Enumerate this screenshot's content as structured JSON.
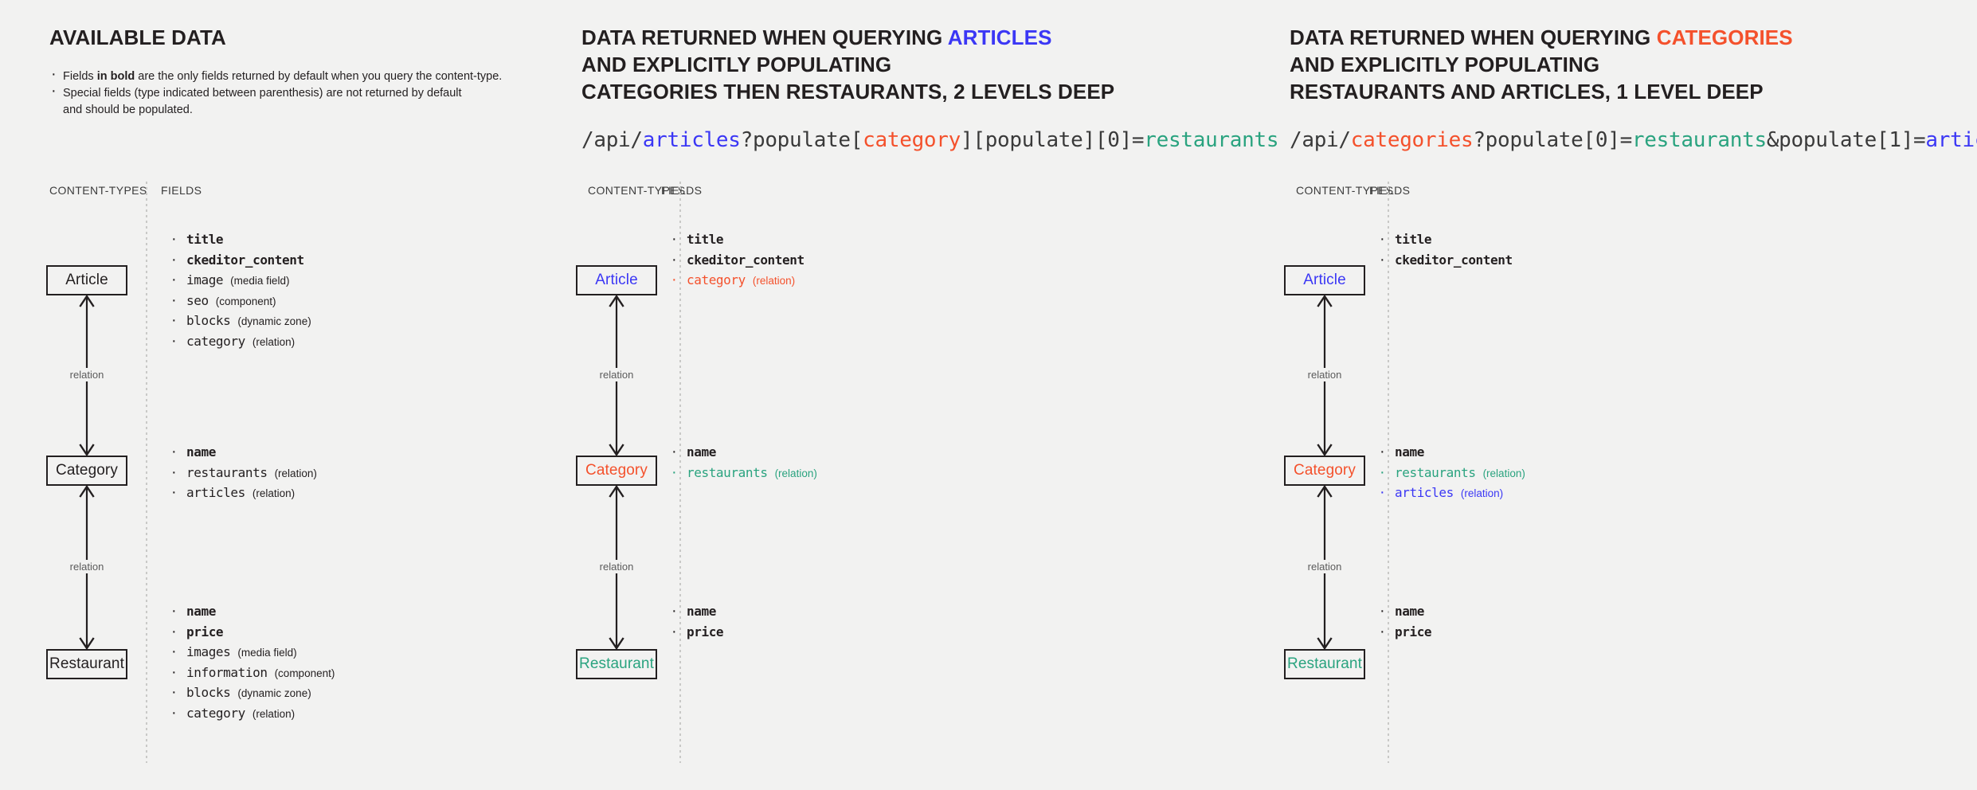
{
  "canvas": {
    "background": "#f2f2f1"
  },
  "colors": {
    "text": "#231f20",
    "blue": "#3b37f5",
    "red": "#f4512c",
    "teal": "#2aa37f",
    "muted": "#5b5b5b",
    "divider": "#c9c9c7"
  },
  "column_labels": {
    "content_types": "CONTENT-TYPES",
    "fields": "FIELDS"
  },
  "relation_label": "relation",
  "panels": [
    {
      "id": "available-data",
      "title_lines": [
        [
          {
            "text": "AVAILABLE DATA",
            "color": "dark"
          }
        ]
      ],
      "bullets": [
        {
          "pre": "Fields ",
          "bold": "in bold",
          "post": " are the only fields returned by default when you query the content-type."
        },
        {
          "pre": "Special fields (type indicated between parenthesis) are not returned by default",
          "bold": "",
          "post": ""
        },
        {
          "pre": "and should be populated.",
          "bold": "",
          "post": "",
          "continuation": true
        }
      ],
      "endpoint": null,
      "entities": [
        {
          "name": "Article",
          "color": "dark"
        },
        {
          "name": "Category",
          "color": "dark"
        },
        {
          "name": "Restaurant",
          "color": "dark"
        }
      ],
      "field_groups": [
        [
          {
            "name": "title",
            "type": "",
            "bold": true,
            "color": "dark"
          },
          {
            "name": "ckeditor_content",
            "type": "",
            "bold": true,
            "color": "dark"
          },
          {
            "name": "image",
            "type": "(media field)",
            "bold": false,
            "color": "dark"
          },
          {
            "name": "seo",
            "type": "(component)",
            "bold": false,
            "color": "dark"
          },
          {
            "name": "blocks",
            "type": "(dynamic zone)",
            "bold": false,
            "color": "dark"
          },
          {
            "name": "category",
            "type": "(relation)",
            "bold": false,
            "color": "dark"
          }
        ],
        [
          {
            "name": "name",
            "type": "",
            "bold": true,
            "color": "dark"
          },
          {
            "name": "restaurants",
            "type": "(relation)",
            "bold": false,
            "color": "dark"
          },
          {
            "name": "articles",
            "type": "(relation)",
            "bold": false,
            "color": "dark"
          }
        ],
        [
          {
            "name": "name",
            "type": "",
            "bold": true,
            "color": "dark"
          },
          {
            "name": "price",
            "type": "",
            "bold": true,
            "color": "dark"
          },
          {
            "name": "images",
            "type": "(media field)",
            "bold": false,
            "color": "dark"
          },
          {
            "name": "information",
            "type": "(component)",
            "bold": false,
            "color": "dark"
          },
          {
            "name": "blocks",
            "type": "(dynamic zone)",
            "bold": false,
            "color": "dark"
          },
          {
            "name": "category",
            "type": "(relation)",
            "bold": false,
            "color": "dark"
          }
        ]
      ]
    },
    {
      "id": "query-articles",
      "title_lines": [
        [
          {
            "text": "DATA RETURNED WHEN QUERYING ",
            "color": "dark"
          },
          {
            "text": "ARTICLES",
            "color": "blue"
          }
        ],
        [
          {
            "text": "AND EXPLICITLY POPULATING",
            "color": "dark"
          }
        ],
        [
          {
            "text": "CATEGORIES THEN RESTAURANTS, 2 LEVELS DEEP",
            "color": "dark"
          }
        ]
      ],
      "bullets": [],
      "endpoint": [
        {
          "text": "/api/",
          "color": "dark"
        },
        {
          "text": "articles",
          "color": "blue"
        },
        {
          "text": "?populate[",
          "color": "dark"
        },
        {
          "text": "category",
          "color": "red"
        },
        {
          "text": "][populate][0]=",
          "color": "dark"
        },
        {
          "text": "restaurants",
          "color": "teal"
        }
      ],
      "entities": [
        {
          "name": "Article",
          "color": "blue"
        },
        {
          "name": "Category",
          "color": "red"
        },
        {
          "name": "Restaurant",
          "color": "teal"
        }
      ],
      "field_groups": [
        [
          {
            "name": "title",
            "type": "",
            "bold": true,
            "color": "dark"
          },
          {
            "name": "ckeditor_content",
            "type": "",
            "bold": true,
            "color": "dark"
          },
          {
            "name": "category",
            "type": "(relation)",
            "bold": false,
            "color": "red"
          }
        ],
        [
          {
            "name": "name",
            "type": "",
            "bold": true,
            "color": "dark"
          },
          {
            "name": "restaurants",
            "type": "(relation)",
            "bold": false,
            "color": "teal"
          }
        ],
        [
          {
            "name": "name",
            "type": "",
            "bold": true,
            "color": "dark"
          },
          {
            "name": "price",
            "type": "",
            "bold": true,
            "color": "dark"
          }
        ]
      ]
    },
    {
      "id": "query-categories",
      "title_lines": [
        [
          {
            "text": "DATA RETURNED WHEN QUERYING ",
            "color": "dark"
          },
          {
            "text": "CATEGORIES",
            "color": "red"
          }
        ],
        [
          {
            "text": "AND EXPLICITLY POPULATING",
            "color": "dark"
          }
        ],
        [
          {
            "text": "RESTAURANTS AND ARTICLES, 1 LEVEL DEEP",
            "color": "dark"
          }
        ]
      ],
      "bullets": [],
      "endpoint": [
        {
          "text": "/api/",
          "color": "dark"
        },
        {
          "text": "categories",
          "color": "red"
        },
        {
          "text": "?populate[0]=",
          "color": "dark"
        },
        {
          "text": "restaurants",
          "color": "teal"
        },
        {
          "text": "&populate[1]=",
          "color": "dark"
        },
        {
          "text": "articles",
          "color": "blue"
        }
      ],
      "entities": [
        {
          "name": "Article",
          "color": "blue"
        },
        {
          "name": "Category",
          "color": "red"
        },
        {
          "name": "Restaurant",
          "color": "teal"
        }
      ],
      "field_groups": [
        [
          {
            "name": "title",
            "type": "",
            "bold": true,
            "color": "dark"
          },
          {
            "name": "ckeditor_content",
            "type": "",
            "bold": true,
            "color": "dark"
          }
        ],
        [
          {
            "name": "name",
            "type": "",
            "bold": true,
            "color": "dark"
          },
          {
            "name": "restaurants",
            "type": "(relation)",
            "bold": false,
            "color": "teal"
          },
          {
            "name": "articles",
            "type": "(relation)",
            "bold": false,
            "color": "blue"
          }
        ],
        [
          {
            "name": "name",
            "type": "",
            "bold": true,
            "color": "dark"
          },
          {
            "name": "price",
            "type": "",
            "bold": true,
            "color": "dark"
          }
        ]
      ]
    }
  ]
}
